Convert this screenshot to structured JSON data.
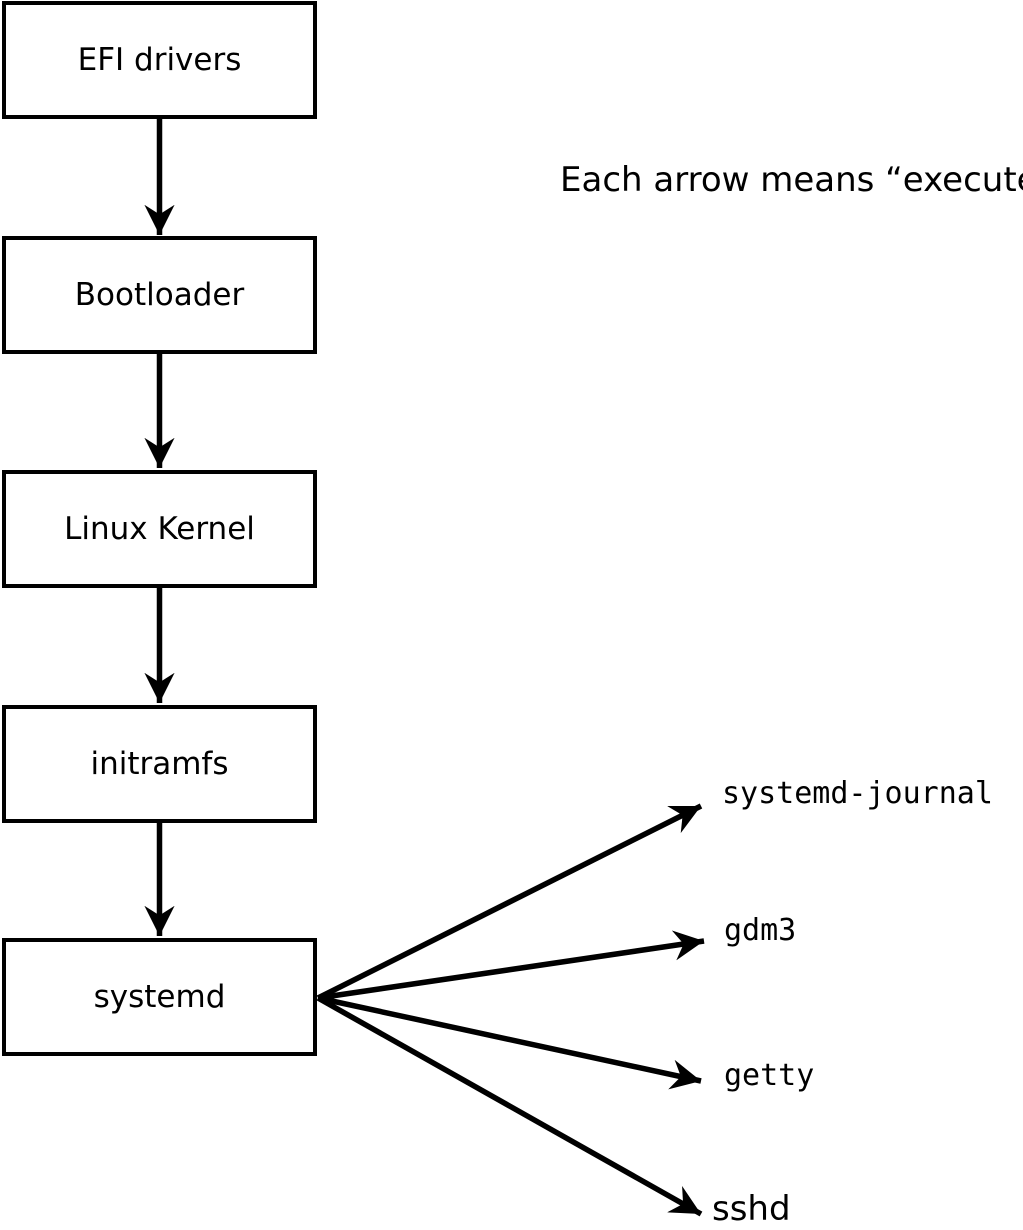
{
  "caption": "Each arrow means “executes”.",
  "chain_nodes": [
    {
      "label": "EFI drivers"
    },
    {
      "label": "Bootloader"
    },
    {
      "label": "Linux Kernel"
    },
    {
      "label": "initramfs"
    },
    {
      "label": "systemd"
    }
  ],
  "spawned_processes": [
    {
      "label": "systemd-journal"
    },
    {
      "label": "gdm3"
    },
    {
      "label": "getty"
    },
    {
      "label": "sshd"
    }
  ],
  "edges": [
    {
      "from": "EFI drivers",
      "to": "Bootloader"
    },
    {
      "from": "Bootloader",
      "to": "Linux Kernel"
    },
    {
      "from": "Linux Kernel",
      "to": "initramfs"
    },
    {
      "from": "initramfs",
      "to": "systemd"
    },
    {
      "from": "systemd",
      "to": "systemd-journal"
    },
    {
      "from": "systemd",
      "to": "gdm3"
    },
    {
      "from": "systemd",
      "to": "getty"
    },
    {
      "from": "systemd",
      "to": "sshd"
    }
  ],
  "edge_meaning": "executes",
  "colors": {
    "line": "#000000",
    "box_fill": "#ffffff",
    "background": "#ffffff",
    "text": "#000000"
  }
}
